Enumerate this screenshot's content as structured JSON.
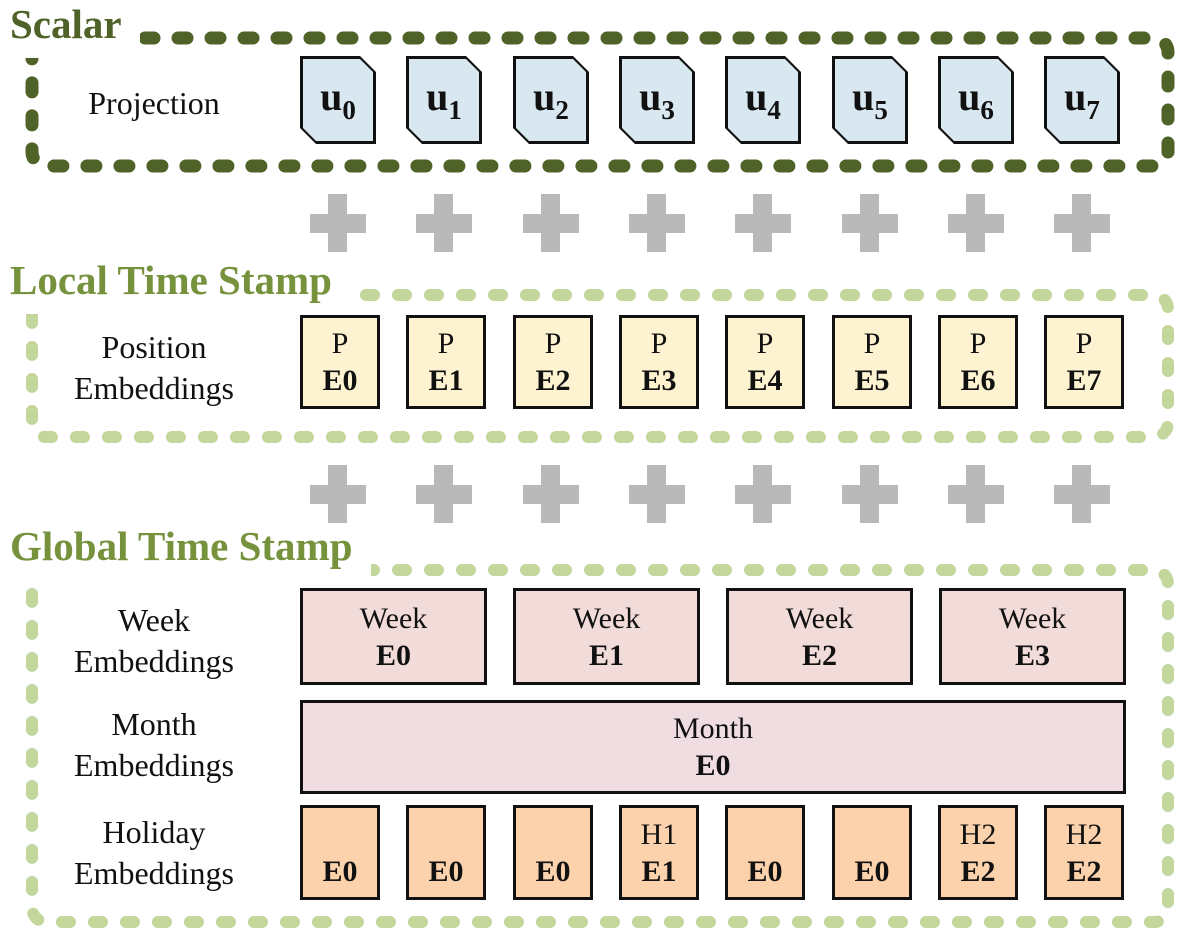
{
  "colors": {
    "scalar-green": "#4f6228",
    "stamp-green": "#76923c",
    "light-dash": "#c3d69b",
    "u-fill": "#d9e8f0",
    "position-fill": "#fdf3d0",
    "week-fill": "#f2dcda",
    "month-fill": "#efdde1",
    "holiday-fill": "#fbd2ab",
    "plus-gray": "#b9b9b9",
    "cell-border": "#111111",
    "label-text": "#111111"
  },
  "sections": {
    "scalar": {
      "title": "Scalar",
      "row_label": "Projection",
      "units": [
        {
          "base": "u",
          "sub": "0"
        },
        {
          "base": "u",
          "sub": "1"
        },
        {
          "base": "u",
          "sub": "2"
        },
        {
          "base": "u",
          "sub": "3"
        },
        {
          "base": "u",
          "sub": "4"
        },
        {
          "base": "u",
          "sub": "5"
        },
        {
          "base": "u",
          "sub": "6"
        },
        {
          "base": "u",
          "sub": "7"
        }
      ]
    },
    "local_time_stamp": {
      "title": "Local Time Stamp",
      "label_lines": [
        "Position",
        "Embeddings"
      ],
      "cells": [
        {
          "top": "P",
          "bottom": "E0"
        },
        {
          "top": "P",
          "bottom": "E1"
        },
        {
          "top": "P",
          "bottom": "E2"
        },
        {
          "top": "P",
          "bottom": "E3"
        },
        {
          "top": "P",
          "bottom": "E4"
        },
        {
          "top": "P",
          "bottom": "E5"
        },
        {
          "top": "P",
          "bottom": "E6"
        },
        {
          "top": "P",
          "bottom": "E7"
        }
      ]
    },
    "global_time_stamp": {
      "title": "Global Time Stamp",
      "week_row": {
        "label_lines": [
          "Week",
          "Embeddings"
        ],
        "cells": [
          {
            "top": "Week",
            "bottom": "E0"
          },
          {
            "top": "Week",
            "bottom": "E1"
          },
          {
            "top": "Week",
            "bottom": "E2"
          },
          {
            "top": "Week",
            "bottom": "E3"
          }
        ]
      },
      "month_row": {
        "label_lines": [
          "Month",
          "Embeddings"
        ],
        "cells": [
          {
            "top": "Month",
            "bottom": "E0"
          }
        ]
      },
      "holiday_row": {
        "label_lines": [
          "Holiday",
          "Embeddings"
        ],
        "cells": [
          {
            "top": "",
            "bottom": "E0"
          },
          {
            "top": "",
            "bottom": "E0"
          },
          {
            "top": "",
            "bottom": "E0"
          },
          {
            "top": "H1",
            "bottom": "E1"
          },
          {
            "top": "",
            "bottom": "E0"
          },
          {
            "top": "",
            "bottom": "E0"
          },
          {
            "top": "H2",
            "bottom": "E2"
          },
          {
            "top": "H2",
            "bottom": "E2"
          }
        ]
      }
    }
  },
  "operators": {
    "plus_symbol": "+",
    "plus_rows": 2,
    "pluses_per_row": 8
  }
}
